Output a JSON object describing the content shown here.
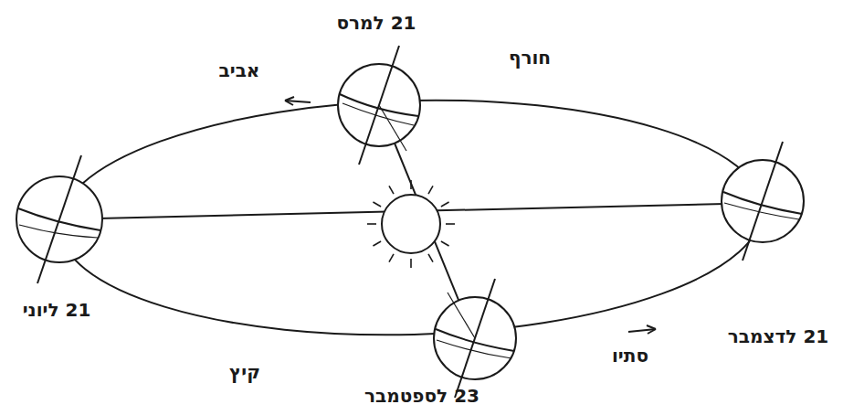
{
  "diagram": {
    "labels": [
      "21 למרס",
      "אביב",
      "חורף",
      "21 ליוני",
      "21 לדצמבר",
      "קיץ",
      "סתיו",
      "23 לספטמבר"
    ]
  }
}
